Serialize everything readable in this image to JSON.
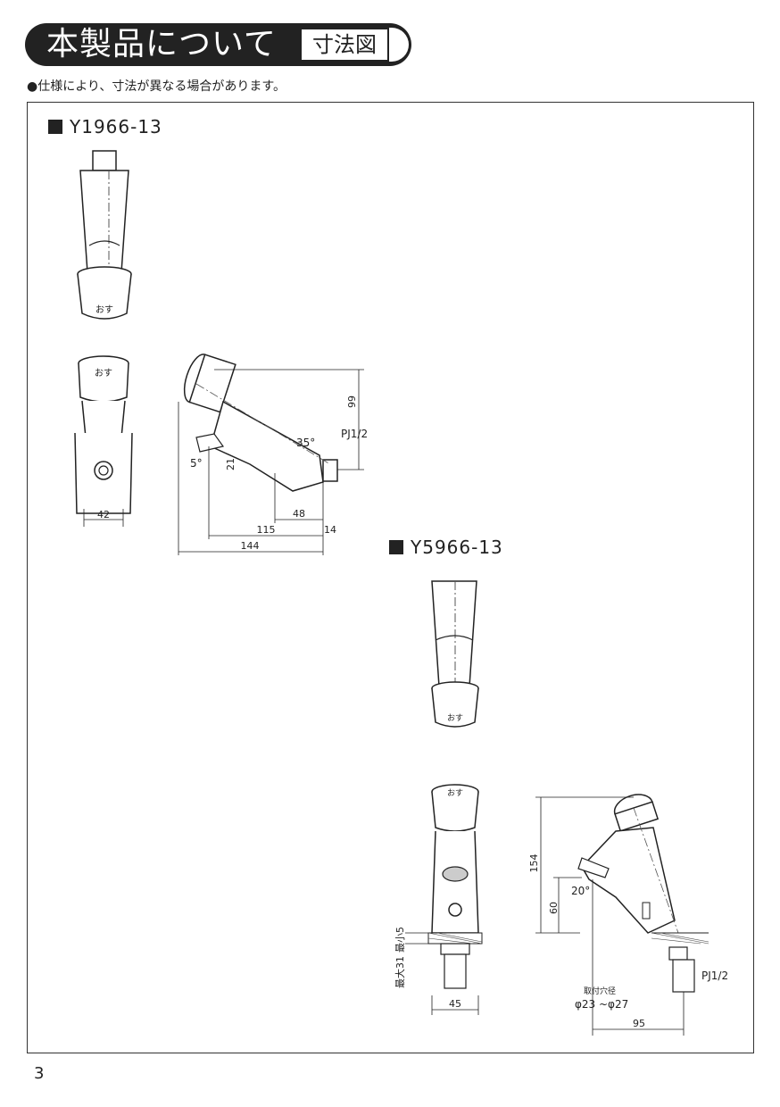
{
  "header": {
    "title": "本製品について",
    "tab": "寸法図"
  },
  "note": "●仕様により、寸法が異なる場合があります。",
  "models": [
    {
      "name": "Y1966-13",
      "button_text": "おす",
      "dimensions": {
        "width_front": "42",
        "height": "99",
        "spout_height": "21",
        "angle": "35°",
        "spout_angle": "5°",
        "mid": "48",
        "reach": "115",
        "outlet": "14",
        "total": "144",
        "thread": "PJ1/2"
      }
    },
    {
      "name": "Y5966-13",
      "button_text": "おす",
      "dimensions": {
        "height": "154",
        "spout_height": "60",
        "angle": "20°",
        "counter": "最大31",
        "counter_min": "最小5",
        "width_front": "45",
        "hole_label": "取付穴径",
        "hole": "φ23 ~φ27",
        "reach": "95",
        "thread": "PJ1/2"
      }
    }
  ],
  "page_number": "3"
}
